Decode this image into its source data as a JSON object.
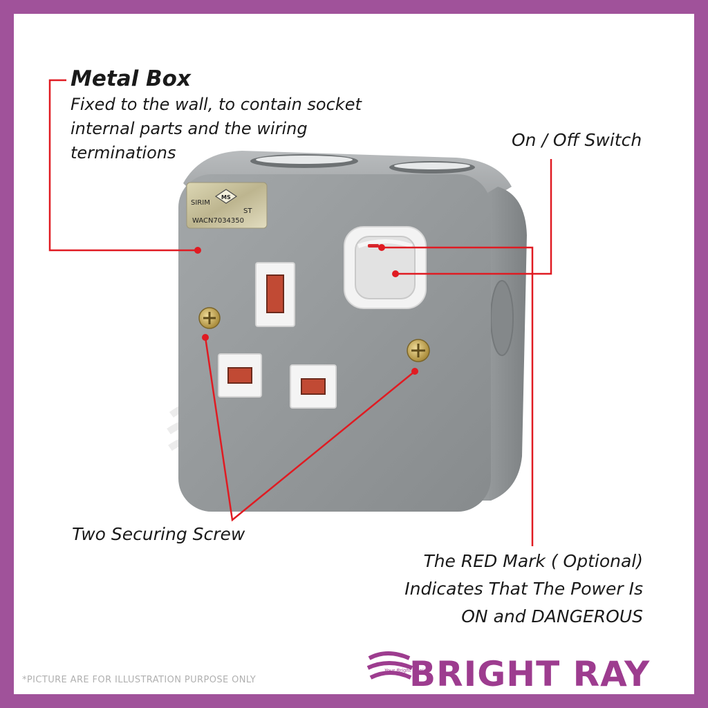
{
  "callouts": {
    "metal_box_title": "Metal Box",
    "metal_box_desc": "Fixed to the  wall, to contain socket internal parts and the wiring terminations",
    "switch": "On / Off Switch",
    "screws": "Two Securing Screw",
    "red_mark": [
      "The RED Mark ( Optional)",
      "Indicates That The Power Is",
      "ON and DANGEROUS"
    ]
  },
  "label_plate": {
    "left": "SIRIM",
    "logo": "MS",
    "right": "ST",
    "code": "WACN7034350"
  },
  "footer": {
    "disclaimer": "*PICTURE ARE FOR ILLUSTRATION PURPOSE ONLY",
    "brand": "BRIGHT RAY",
    "tagline": "Your Bright Choice"
  },
  "colors": {
    "frame": "#a0529a",
    "leader_line": "#e01b22",
    "box_gray": "#8f9395",
    "brand": "#9d3c8f"
  }
}
